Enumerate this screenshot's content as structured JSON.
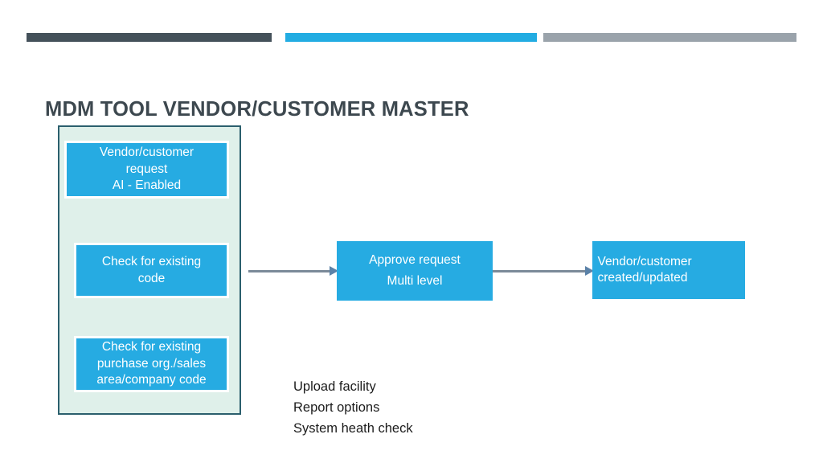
{
  "slide": {
    "title": "MDM TOOL VENDOR/CUSTOMER MASTER",
    "accent_colors": {
      "dark": "#44515A",
      "blue": "#22ACE2",
      "gray": "#9AA3AB",
      "box_blue": "#26ABE2",
      "group_fill": "#DFF0EA",
      "group_border": "#2B5F6D",
      "arrow": "#7B8A99",
      "title_text": "#3D484F"
    }
  },
  "top_bars": [
    {
      "name": "dark-bar",
      "color": "#44515A"
    },
    {
      "name": "blue-bar",
      "color": "#22ACE2"
    },
    {
      "name": "gray-bar",
      "color": "#9AA3AB"
    }
  ],
  "diagram": {
    "group": {
      "label": "mdm-tool-group"
    },
    "nodes": [
      {
        "id": "request",
        "lines": [
          "Vendor/customer",
          "request",
          "AI - Enabled"
        ]
      },
      {
        "id": "check-code",
        "lines": [
          "Check for existing",
          "code"
        ]
      },
      {
        "id": "check-org",
        "lines": [
          "Check for existing",
          "purchase org./sales",
          "area/company code"
        ]
      },
      {
        "id": "approve",
        "lines": [
          "Approve request",
          "Multi level"
        ]
      },
      {
        "id": "created",
        "lines": [
          "Vendor/customer",
          "created/updated"
        ]
      }
    ],
    "connectors": [
      {
        "id": "arrow-1",
        "from": "check-code",
        "to": "approve"
      },
      {
        "id": "arrow-2",
        "from": "approve",
        "to": "created"
      }
    ]
  },
  "features": [
    "Upload facility",
    "Report options",
    "System heath check"
  ]
}
